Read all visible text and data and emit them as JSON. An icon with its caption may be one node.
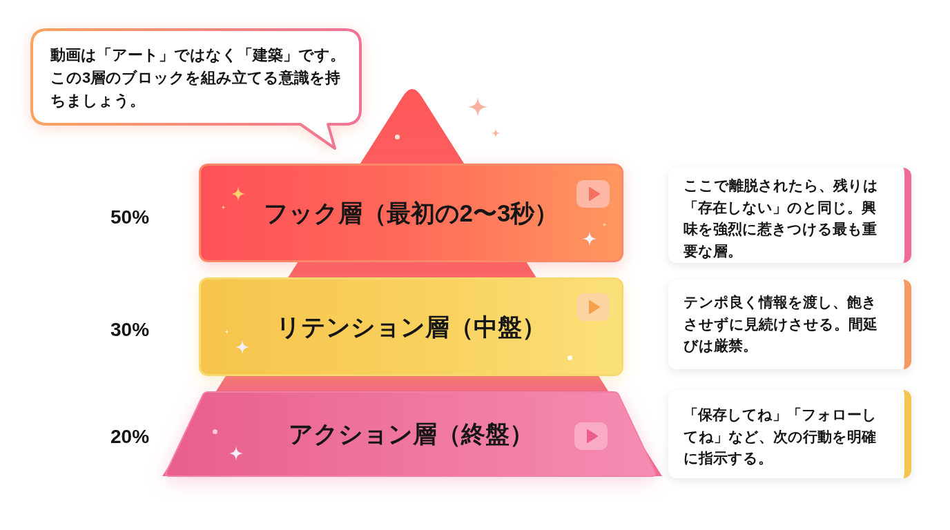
{
  "diagram": {
    "nodes": [
      {
        "text": [
          "動画は「アート」ではなく「建築」です。この3層のブロックを組み立てる意識を持ちましょう。"
        ]
      },
      {
        "text": [
          "フック層（最初の2〜3秒）"
        ],
        "beside": [
          "50%"
        ]
      },
      {
        "text": [
          "リテンション層（中盤）"
        ],
        "beside": [
          "30%"
        ]
      },
      {
        "text": [
          "アクション層（終盤）"
        ],
        "beside": [
          "20%"
        ]
      },
      {
        "text": [
          "ここで離脱されたら、残りは「存在しない」のと同じ。興味を強烈に惹きつける最も重要な層。"
        ]
      },
      {
        "text": [
          "テンポ良く情報を渡し、飽きさせずに見続けさせる。間延びは厳禁。"
        ]
      },
      {
        "text": [
          "「保存してね」「フォローしてね」など、次の行動を明確に指示する。"
        ]
      }
    ]
  }
}
